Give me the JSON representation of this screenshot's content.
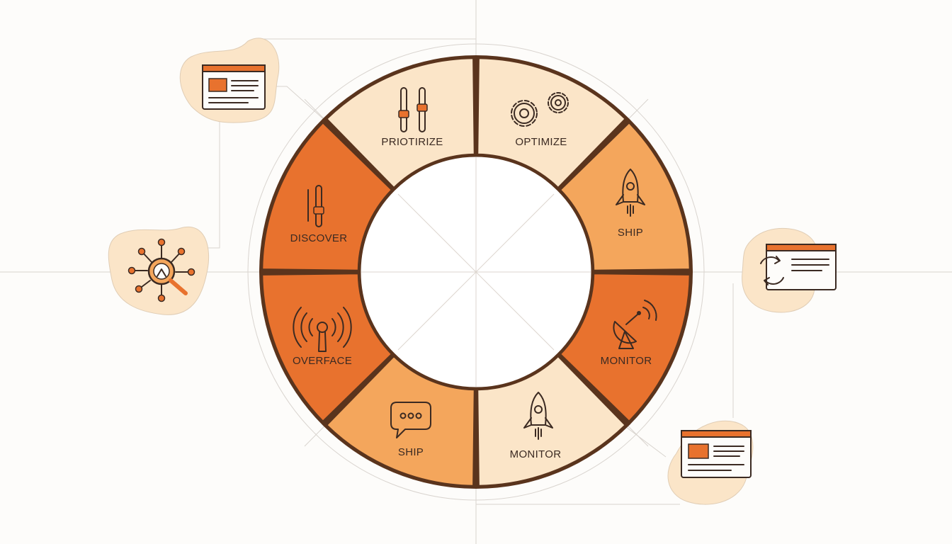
{
  "colors": {
    "background": "#fdfcfa",
    "light": "#fbe5c8",
    "medium": "#f4a65c",
    "dark": "#e8722e",
    "outline": "#5a341d",
    "blob": "#fbe5c8",
    "ink": "#3b2a22"
  },
  "segments": [
    {
      "label": "PRIOTIRIZE",
      "shade": "light",
      "icon": "sliders-icon"
    },
    {
      "label": "OPTIMIZE",
      "shade": "medium",
      "icon": "gears-icon"
    },
    {
      "label": "SHIP",
      "shade": "dark",
      "icon": "rocket-icon"
    },
    {
      "label": "MONITOR",
      "shade": "light",
      "icon": "satellite-dish-icon"
    },
    {
      "label": "MONITOR",
      "shade": "medium",
      "icon": "rocket-icon"
    },
    {
      "label": "SHIP",
      "shade": "dark",
      "icon": "chat-bubble-icon"
    },
    {
      "label": "OVERFACE",
      "shade": "dark",
      "icon": "broadcast-tower-icon"
    },
    {
      "label": "DISCOVER",
      "shade": "light",
      "icon": "slider-icon"
    }
  ],
  "side_icons": [
    {
      "name": "browser-window-icon"
    },
    {
      "name": "network-search-icon"
    },
    {
      "name": "sync-window-icon"
    },
    {
      "name": "browser-window-icon"
    }
  ]
}
